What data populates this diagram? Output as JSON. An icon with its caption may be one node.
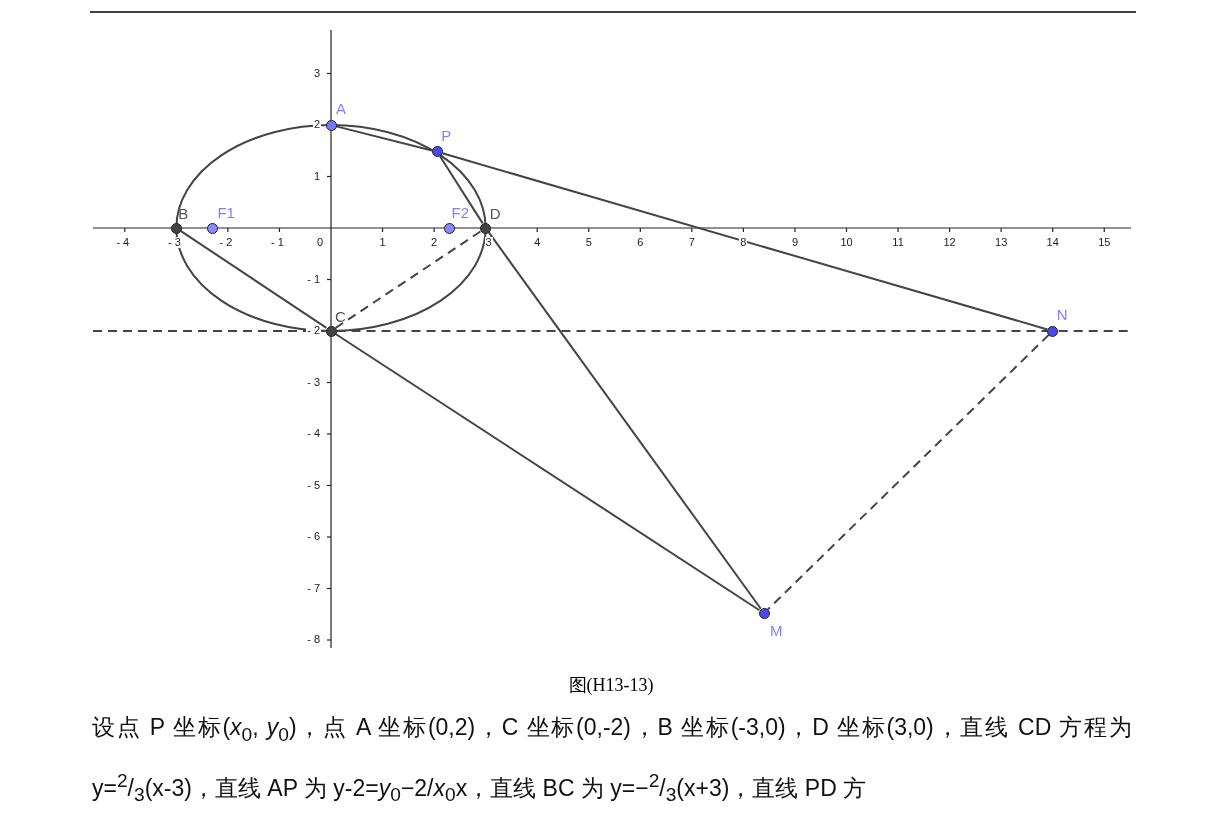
{
  "diagram": {
    "caption": "图(H13-13)",
    "nodes": [
      {
        "text": [],
        "shape": "circle",
        "beside": [
          "A"
        ]
      },
      {
        "text": [],
        "shape": "circle",
        "beside": [
          "P"
        ]
      },
      {
        "text": [],
        "shape": "circle",
        "beside": [
          "B"
        ]
      },
      {
        "text": [],
        "shape": "circle",
        "beside": [
          "F1"
        ]
      },
      {
        "text": [],
        "shape": "circle",
        "beside": [
          "F2"
        ]
      },
      {
        "text": [],
        "shape": "circle",
        "beside": [
          "D"
        ]
      },
      {
        "text": [],
        "shape": "circle",
        "beside": [
          "C"
        ]
      },
      {
        "text": [],
        "shape": "circle",
        "beside": [
          "N"
        ]
      },
      {
        "text": [],
        "shape": "circle",
        "beside": [
          "M"
        ]
      }
    ],
    "edges": [
      {
        "from": 0,
        "to": 1,
        "arrow": "none"
      },
      {
        "from": 1,
        "to": 7,
        "arrow": "none"
      },
      {
        "from": 2,
        "to": 6,
        "arrow": "none"
      },
      {
        "from": 6,
        "to": 8,
        "arrow": "none"
      },
      {
        "from": 1,
        "to": 5,
        "arrow": "none"
      },
      {
        "from": 5,
        "to": 8,
        "arrow": "none"
      },
      {
        "from": 6,
        "to": 5,
        "arrow": "none",
        "style": "dashed"
      },
      {
        "from": 6,
        "to": 7,
        "arrow": "none",
        "style": "dashed"
      },
      {
        "from": 7,
        "to": 8,
        "arrow": "none",
        "style": "dashed"
      }
    ],
    "labels": [
      "3",
      "2",
      "1",
      "- 4",
      "- 3",
      "- 2",
      "- 1",
      "0",
      "1",
      "2",
      "3",
      "4",
      "5",
      "6",
      "7",
      "8",
      "9",
      "10",
      "11",
      "12",
      "13",
      "14",
      "15",
      "- 1",
      "- 2",
      "- 3",
      "- 4",
      "- 5",
      "- 6",
      "- 7",
      "- 8",
      "设点 P 坐标(*x*$_{0}$, *y*$_{0}$)，点 A 坐标(0,2)，C 坐标(0,-2)，B 坐标(-3,0)，D 坐标(3,0)，直线 CD 方程为 y=$^{2}$/$_{3}$(x-3)，直线 AP 为 y-2=*y*$_{0}$−2/*x*$_{0}$x，直线 BC 为 y=−$^{2}$/$_{3}$(x+3)，直线 PD 方"
    ]
  }
}
